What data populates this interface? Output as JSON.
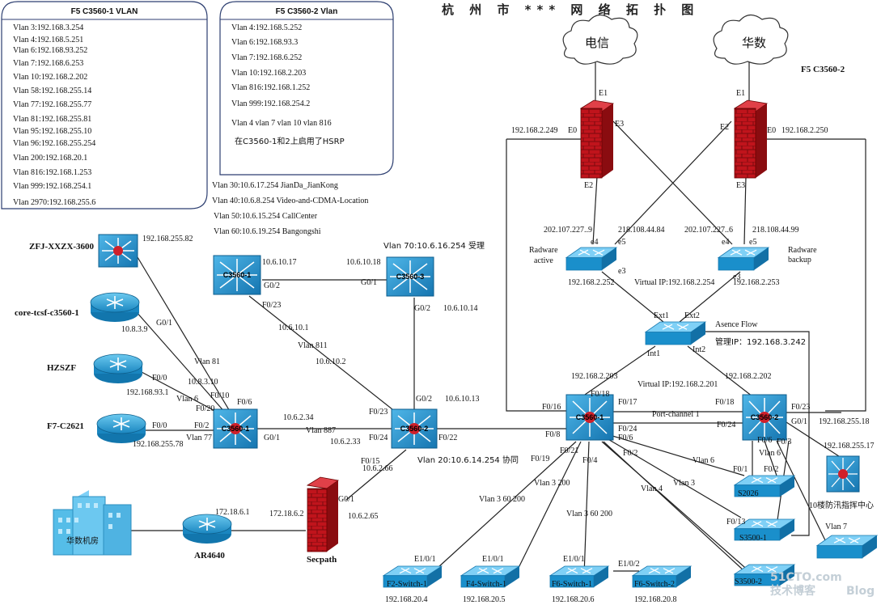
{
  "title": "杭 州 市 *** 网 络 拓 扑 图",
  "vlan_box_1": {
    "title": "F5 C3560-1  VLAN",
    "lines": [
      "Vlan 3:192.168.3.254",
      "Vlan 4:192.168.5.251",
      "Vlan 6:192.168.93.252",
      "Vlan 7:192.168.6.253",
      "Vlan 10:192.168.2.202",
      "Vlan 58:192.168.255.14",
      "Vlan 77:192.168.255.77",
      "Vlan 81:192.168.255.81",
      "Vlan 95:192.168.255.10",
      "Vlan 96:192.168.255.254",
      "Vlan 200:192.168.20.1",
      "Vlan 816:192.168.1.253",
      "Vlan 999:192.168.254.1",
      "Vlan 2970:192.168.255.6"
    ]
  },
  "vlan_box_2": {
    "title": "F5 C3560-2 Vlan",
    "lines": [
      "Vlan 4:192.168.5.252",
      "Vlan 6:192.168.93.3",
      "Vlan 7:192.168.6.252",
      "Vlan 10:192.168.2.203",
      "Vlan 816:192.168.1.252",
      "Vlan 999:192.168.254.2",
      "Vlan 4 vlan 7 vlan 10 vlan 816",
      "在C3560-1和2上启用了HSRP"
    ]
  },
  "free_vlans": [
    "Vlan 30:10.6.17.254 JianDa_JianKong",
    "Vlan 40:10.6.8.254  Video-and-CDMA-Location",
    "Vlan 50:10.6.15.254  CallCenter",
    "Vlan 60:10.6.19.254   Bangongshi"
  ],
  "clouds": {
    "telecom": "电信",
    "huashu": "华数"
  },
  "device_names": {
    "zfj": "ZFJ-XXZX-3600",
    "core": "core-tcsf-c3560-1",
    "hzszf": "HZSZF",
    "f7": "F7-C2621",
    "huashu_room": "华数机房",
    "ar4640": "AR4640",
    "secpath": "Secpath",
    "f5_c3560_2": "F5 C3560-2",
    "radware_active": "Radware\nactive",
    "radware_backup": "Radware\nbackup",
    "asence": "Asence Flow",
    "s2026": "S2026",
    "s3500_1": "S3500-1",
    "s3500_2": "S3500-2",
    "flood_center": "10楼防汛指挥中心",
    "f2": "F2-Switch-1",
    "f4": "F4-Switch-1",
    "f6_1": "F6-Switch-1",
    "f6_2": "F6-Switch-2"
  },
  "device_inner": {
    "c3560_1_left": "C3560-1",
    "c3560_3": "C3560-3",
    "c3560_1_mid": "C3560-1",
    "c3560_2_mid": "C3560-2",
    "f5_c3560_1": "C3560-1",
    "f5_c3560_2": "C3560-2"
  },
  "labels": {
    "zfj_ip": "192.168.255.82",
    "core_ip": "10.8.3.9",
    "g01_left": "G0/1",
    "vlan81": "Vlan 81",
    "ip_10_8_3_10": "10.8.3.10",
    "f010": "F0/10",
    "f00_hz": "F0/0",
    "ip_93_1": "192.168.93.1",
    "vlan6_left": "Vlan 6",
    "f020": "F0/20",
    "f06_left": "F0/6",
    "f00_f7": "F0/0",
    "f02_f7": "F0/2",
    "vlan77": "Vlan 77",
    "ip_255_78": "192.168.255.78",
    "ip_10_6_10_17": "10.6.10.17",
    "g02_l": "G0/2",
    "ip_10_6_10_18": "10.6.10.18",
    "g01_c3": "G0/1",
    "vlan70": "Vlan 70:10.6.16.254 受理",
    "g02_c3": "G0/2",
    "ip_10_6_10_14": "10.6.10.14",
    "f023_l": "F0/23",
    "ip_10_6_10_1": "10.6.10.1",
    "vlan811": "Vlan 811",
    "ip_10_6_10_2": "10.6.10.2",
    "ip_10_6_2_34": "10.6.2.34",
    "vlan887": "Vlan 887",
    "g01_lsw": "G0/1",
    "ip_10_6_2_33": "10.6.2.33",
    "f023_m": "F0/23",
    "f024_m": "F0/24",
    "g02_m": "G0/2",
    "ip_10_6_10_13": "10.6.10.13",
    "f022_m": "F0/22",
    "f015_m": "F0/15",
    "ip_10_6_2_66": "10.6.2.66",
    "vlan20": "Vlan 20:10.6.14.254 协同",
    "g01_sec": "G0/1",
    "ip_10_6_2_65": "10.6.2.65",
    "ip_172_18_6_1": "172.18.6.1",
    "ip_172_18_6_2": "172.18.6.2",
    "e1_left": "E1",
    "e0_left": "E0",
    "e3_left": "E3",
    "e2_left": "E2",
    "ip_2_249": "192.168.2.249",
    "e1_right": "E1",
    "e2_right": "E2",
    "e0_right": "E0",
    "e3_right": "E3",
    "ip_2_250": "192.168.2.250",
    "ip_202_9": "202.107.227..9",
    "ip_218_84": "218.108.44.84",
    "ip_202_6": "202.107.227..6",
    "ip_218_99": "218.108.44.99",
    "e4_l": "e4",
    "e5_l": "e5",
    "e3_l": "e3",
    "e4_r": "e4",
    "e5_r": "e5",
    "e3_r": "e3",
    "ip_2_252": "192.168.2.252",
    "virtual_ip_254": "Virtual IP:192.168.2.254",
    "ip_2_253": "192.168.2.253",
    "ext1": "Ext1",
    "ext2": "Ext2",
    "int1": "Int1",
    "int2": "Int2",
    "mgmt_ip": "管理IP：192.168.3.242",
    "ip_2_203": "192.168.2.203",
    "virtual_ip_201": "Virtual IP:192.168.2.201",
    "ip_2_202": "192.168.2.202",
    "f016": "F0/16",
    "f018_a": "F0/18",
    "f017": "F0/17",
    "f018_b": "F0/18",
    "f023_r": "F0/23",
    "port_channel": "Port-channel 1",
    "f024_a": "F0/24",
    "f024_b": "F0/24",
    "g01_r": "G0/1",
    "ip_255_18": "192.168.255.18",
    "ip_255_17": "192.168.255.17",
    "f08": "F0/8",
    "f06_m": "F0/6",
    "f06_r": "F0/6",
    "f03_r": "F0/3",
    "vlan6_r": "Vlan 6",
    "vlan6_m": "Vlan 6",
    "f01": "F0/1",
    "f02_s": "F0/2",
    "f019": "F0/19",
    "f021": "F0/21",
    "f04": "F0/4",
    "f02_m": "F0/2",
    "vlan3_60_200_a": "Vlan 3  60  200",
    "vlan3_200": "Vlan 3    200",
    "vlan3_60_200_b": "Vlan 3  60  200",
    "vlan4": "Vlan 4",
    "vlan3": "Vlan 3",
    "f013": "F0/13",
    "vlan7": "Vlan 7",
    "e101_a": "E1/0/1",
    "e101_b": "E1/0/1",
    "e101_c": "E1/0/1",
    "e102": "E1/0/2",
    "ip_20_4": "192.168.20.4",
    "ip_20_5": "192.168.20.5",
    "ip_20_6": "192.168.20.6",
    "ip_20_8": "192.168.20.8"
  },
  "watermark": {
    "big": "51CTO.com",
    "sub": "技术博客",
    "blog": "Blog"
  },
  "colors": {
    "switch_blue": "#1a9fd8",
    "firewall_red": "#c0141c",
    "router_blue": "#2a9ad0",
    "core_dot": "#d0202a"
  }
}
